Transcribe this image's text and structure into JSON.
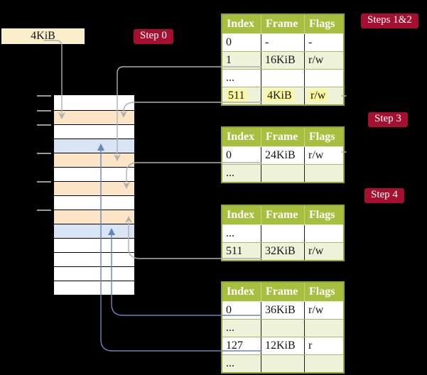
{
  "colors": {
    "background": "#000000",
    "label_red": "#a50f30",
    "table_header_green": "#a6bf3e",
    "table_border_green": "#8fa636",
    "row_shade_green": "#edf2d9",
    "highlight_yellow": "#fbf89b",
    "memory_peach": "#fce4c6",
    "memory_blue": "#d9e4f4",
    "box_cream": "#fbeecb",
    "arrow_gray": "#b0b0b0",
    "arrow_blue": "#6585bd"
  },
  "frame_box": {
    "label": "4KiB"
  },
  "step_labels": {
    "step0": "Step 0",
    "steps12": "Steps 1&2",
    "step3": "Step 3",
    "step4": "Step 4"
  },
  "tables": [
    {
      "id": "page-table-steps-1-2",
      "headers": [
        "Index",
        "Frame",
        "Flags"
      ],
      "rows": [
        {
          "cells": [
            "0",
            "-",
            "-"
          ]
        },
        {
          "cells": [
            "1",
            "16KiB",
            "r/w"
          ]
        },
        {
          "cells": [
            "...",
            "",
            ""
          ]
        },
        {
          "cells": [
            "511",
            "4KiB",
            "r/w"
          ],
          "highlighted": true
        }
      ]
    },
    {
      "id": "page-table-step-3",
      "headers": [
        "Index",
        "Frame",
        "Flags"
      ],
      "rows": [
        {
          "cells": [
            "0",
            "24KiB",
            "r/w"
          ]
        },
        {
          "cells": [
            "...",
            "",
            ""
          ]
        }
      ]
    },
    {
      "id": "page-table-step-4a",
      "headers": [
        "Index",
        "Frame",
        "Flags"
      ],
      "rows": [
        {
          "cells": [
            "...",
            "",
            ""
          ]
        },
        {
          "cells": [
            "511",
            "32KiB",
            "r/w"
          ]
        }
      ]
    },
    {
      "id": "page-table-step-4b",
      "headers": [
        "Index",
        "Frame",
        "Flags"
      ],
      "rows": [
        {
          "cells": [
            "0",
            "36KiB",
            "r/w"
          ]
        },
        {
          "cells": [
            "...",
            "",
            ""
          ]
        },
        {
          "cells": [
            "127",
            "12KiB",
            "r"
          ]
        },
        {
          "cells": [
            "...",
            "",
            ""
          ]
        }
      ]
    }
  ],
  "memory": {
    "row_colors": [
      "#ffffff",
      "#fce4c6",
      "#ffffff",
      "#d9e4f4",
      "#fce4c6",
      "#ffffff",
      "#fce4c6",
      "#ffffff",
      "#fce4c6",
      "#d9e4f4",
      "#ffffff",
      "#ffffff",
      "#ffffff",
      "#ffffff"
    ]
  },
  "arrows": [
    {
      "from": "4KiB box",
      "to": "memory row 1 (peach)",
      "color": "gray"
    },
    {
      "from": "table1 index 1 (16KiB)",
      "to": "memory row 4 (peach)",
      "color": "gray"
    },
    {
      "from": "table1 index 511 (4KiB)",
      "to": "memory row 1 (peach)",
      "color": "gray"
    },
    {
      "from": "table2 index 0 (24KiB)",
      "to": "memory row 6 (peach)",
      "color": "gray"
    },
    {
      "from": "table3 index 511 (32KiB)",
      "to": "memory row 8 (peach)",
      "color": "gray"
    },
    {
      "from": "table4 index 0 (36KiB)",
      "to": "memory row 9 (blue)",
      "color": "blue"
    },
    {
      "from": "table4 index 127 (12KiB)",
      "to": "memory row 3 (blue)",
      "color": "blue"
    }
  ]
}
